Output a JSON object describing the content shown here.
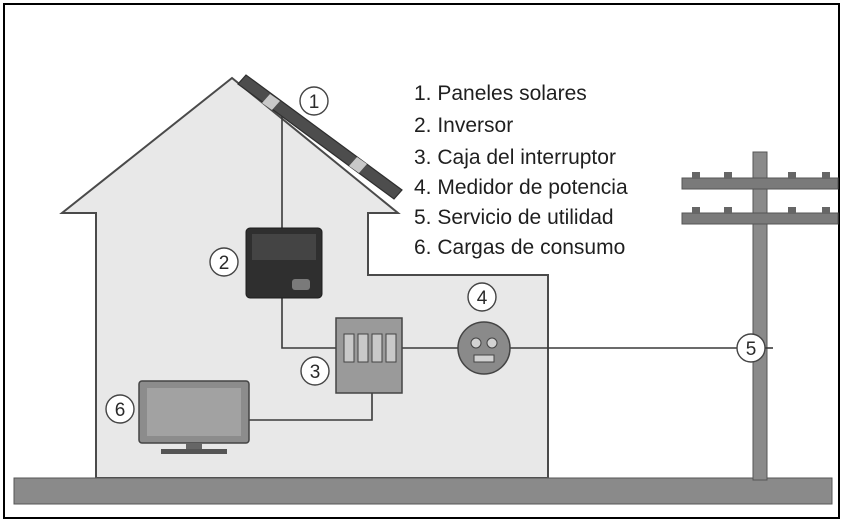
{
  "diagram": {
    "legend": [
      {
        "id": "1",
        "text": "1. Paneles solares"
      },
      {
        "id": "2",
        "text": "2. Inversor"
      },
      {
        "id": "3",
        "text": "3. Caja del interruptor"
      },
      {
        "id": "4",
        "text": "4. Medidor de potencia"
      },
      {
        "id": "5",
        "text": "5. Servicio de utilidad"
      },
      {
        "id": "6",
        "text": "6. Cargas de consumo"
      }
    ],
    "callouts": {
      "solar_panels": "1",
      "inverter": "2",
      "breaker_box": "3",
      "power_meter": "4",
      "utility": "5",
      "loads": "6"
    }
  }
}
